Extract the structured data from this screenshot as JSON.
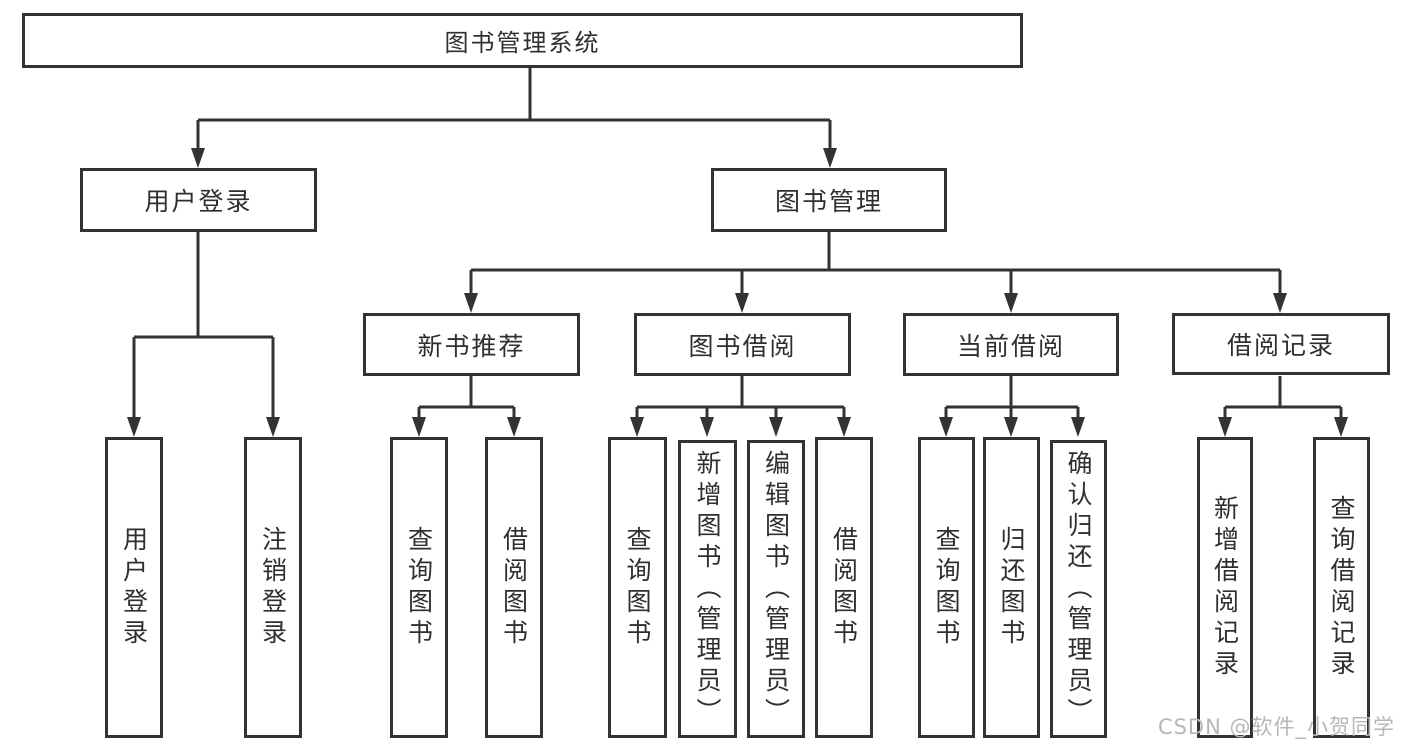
{
  "tree": {
    "label": "图书管理系统",
    "children": [
      {
        "label": "用户登录",
        "children": [
          {
            "label": "用户登录"
          },
          {
            "label": "注销登录"
          }
        ]
      },
      {
        "label": "图书管理",
        "children": [
          {
            "label": "新书推荐",
            "children": [
              {
                "label": "查询图书"
              },
              {
                "label": "借阅图书"
              }
            ]
          },
          {
            "label": "图书借阅",
            "children": [
              {
                "label": "查询图书"
              },
              {
                "label": "新增图书（管理员）"
              },
              {
                "label": "编辑图书（管理员）"
              },
              {
                "label": "借阅图书"
              }
            ]
          },
          {
            "label": "当前借阅",
            "children": [
              {
                "label": "查询图书"
              },
              {
                "label": "归还图书"
              },
              {
                "label": "确认归还（管理员）"
              }
            ]
          },
          {
            "label": "借阅记录",
            "children": [
              {
                "label": "新增借阅记录"
              },
              {
                "label": "查询借阅记录"
              }
            ]
          }
        ]
      }
    ]
  },
  "watermark": "CSDN @软件_小贺同学",
  "colors": {
    "line": "#333333",
    "text": "#2f2f2f",
    "box_background": "#ffffff",
    "watermark": "#b7b7b7"
  }
}
